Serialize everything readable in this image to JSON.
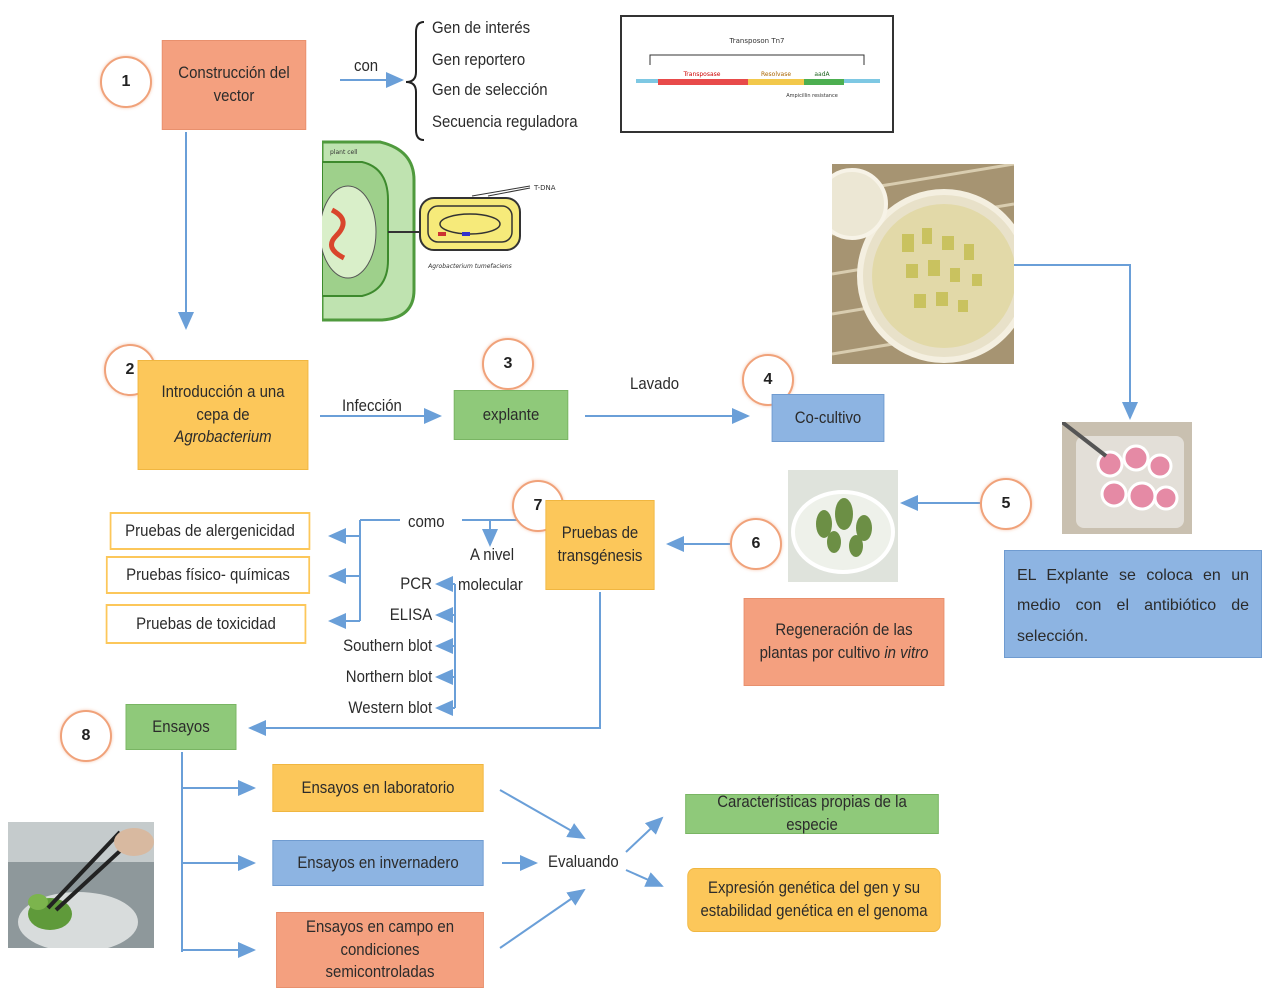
{
  "nodes": {
    "n1": "Construcción del vector",
    "n2_line1": "Introducción a una",
    "n2_line2": "cepa de",
    "n2_line3": "Agrobacterium",
    "n3": "explante",
    "n4": "Co-cultivo",
    "n5": "EL Explante se coloca en un medio con el antibiótico de selección.",
    "n6_line1": "Regeneración de las",
    "n6_line2": "plantas por cultivo",
    "n6_italic": "in vitro",
    "n7": "Pruebas de transgénesis",
    "n8": "Ensayos"
  },
  "steps": [
    "1",
    "2",
    "3",
    "4",
    "5",
    "6",
    "7",
    "8"
  ],
  "edge_labels": {
    "con": "con",
    "infeccion": "Infección",
    "lavado": "Lavado",
    "como": "como",
    "a_nivel": "A nivel",
    "molecular": "molecular",
    "evaluando": "Evaluando"
  },
  "vector_components": [
    "Gen de interés",
    "Gen reportero",
    "Gen de selección",
    "Secuencia reguladora"
  ],
  "pruebas": [
    "Pruebas de alergenicidad",
    "Pruebas físico- químicas",
    "Pruebas de toxicidad"
  ],
  "molecular_tests": [
    "PCR",
    "ELISA",
    "Southern blot",
    "Northern blot",
    "Western blot"
  ],
  "ensayos": [
    "Ensayos en laboratorio",
    "Ensayos en invernadero",
    "Ensayos en campo en condiciones semicontroladas"
  ],
  "evaluacion": [
    "Características propias de la especie",
    "Expresión genética del gen y su estabilidad genética en el genoma"
  ],
  "vector_figure": {
    "title": "Transposon Tn7",
    "segments": [
      "Transposase",
      "Resolvase",
      "aadA"
    ],
    "note": "Ampicillin resistance"
  },
  "cell_figure": {
    "plant_cell": "plant cell",
    "tdna": "T-DNA",
    "bacterium": "Agrobacterium tumefaciens"
  },
  "colors": {
    "orange": "#f4a07f",
    "yellow": "#fcc75a",
    "green": "#8fc97a",
    "blue": "#8db4e2",
    "arrow": "#6a9fd8",
    "circle": "#f0a27a"
  }
}
